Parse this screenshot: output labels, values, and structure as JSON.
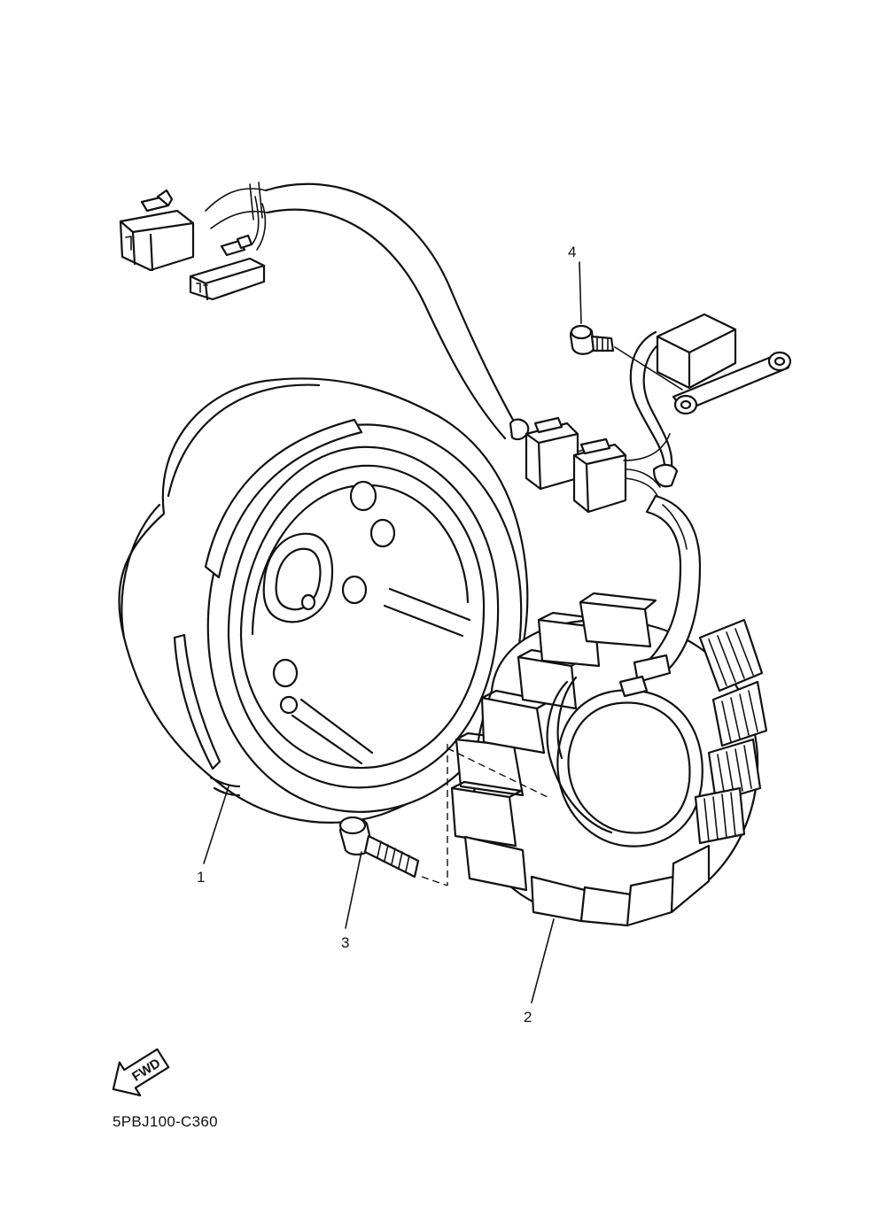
{
  "diagram": {
    "parts": [
      {
        "ref": "1",
        "component": "rotor"
      },
      {
        "ref": "2",
        "component": "stator"
      },
      {
        "ref": "3",
        "component": "stator-bolt"
      },
      {
        "ref": "4",
        "component": "pickup-screw"
      }
    ],
    "fwd_label": "FWD",
    "figure_code": "5PBJ100-C360"
  }
}
